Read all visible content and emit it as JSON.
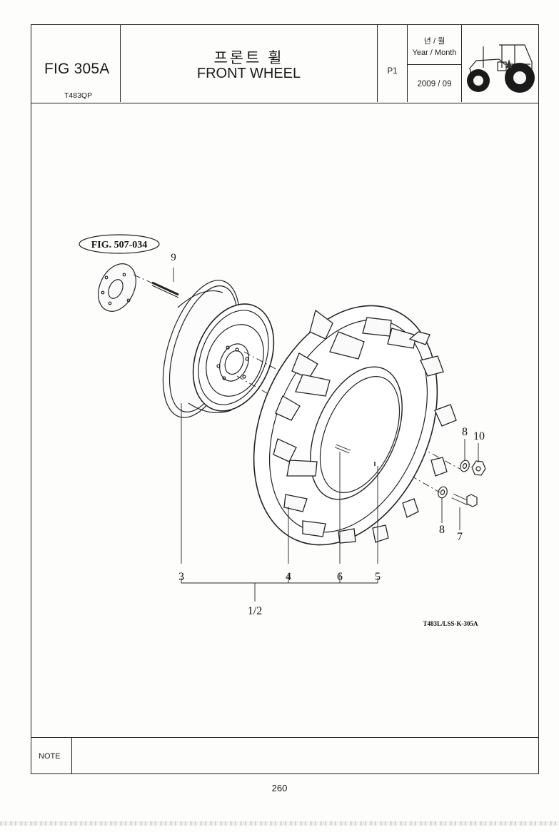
{
  "header": {
    "figure_number": "FIG 305A",
    "model": "T483QP",
    "title_korean": "프론트 휠",
    "title_english": "FRONT WHEEL",
    "page_code": "P1",
    "date_label_korean": "년 / 월",
    "date_label_english": "Year / Month",
    "date_value": "2009 / 09",
    "thumbnail_icon": "tractor-icon"
  },
  "diagram": {
    "reference_figure": "FIG. 507-034",
    "drawing_code": "T483L/LSS-K-305A",
    "callouts": {
      "bolt_9": "9",
      "rim_3": "3",
      "tire_4": "4",
      "valve_6": "6",
      "tube_5": "5",
      "washer_8_upper": "8",
      "nut_10": "10",
      "washer_8_lower": "8",
      "bolt_7": "7",
      "assembly": "1/2"
    }
  },
  "footer": {
    "note_label": "NOTE",
    "page_number": "260"
  }
}
